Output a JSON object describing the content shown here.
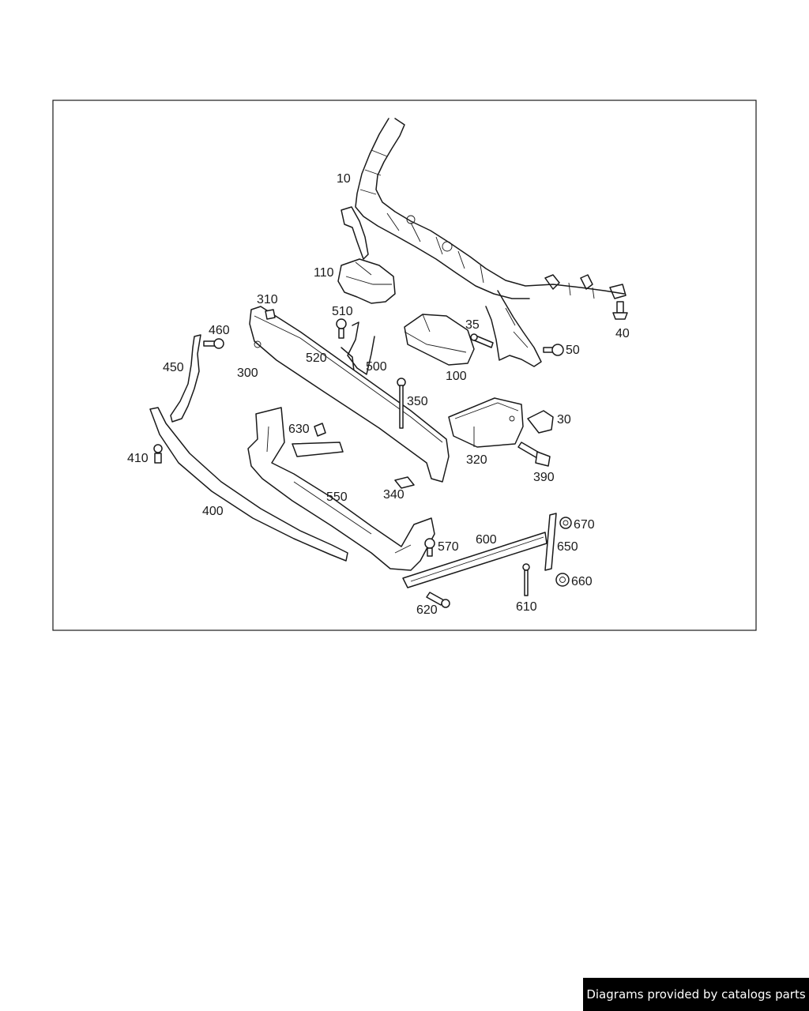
{
  "footer": {
    "credit": "Diagrams provided by catalogs parts"
  },
  "labels": {
    "p10": "10",
    "p30": "30",
    "p35": "35",
    "p40": "40",
    "p50": "50",
    "p100": "100",
    "p110": "110",
    "p300": "300",
    "p310": "310",
    "p320": "320",
    "p340": "340",
    "p350": "350",
    "p390": "390",
    "p400": "400",
    "p410": "410",
    "p450": "450",
    "p460": "460",
    "p500": "500",
    "p510": "510",
    "p520": "520",
    "p550": "550",
    "p570": "570",
    "p600": "600",
    "p610": "610",
    "p620": "620",
    "p630": "630",
    "p650": "650",
    "p660": "660",
    "p670": "670"
  }
}
